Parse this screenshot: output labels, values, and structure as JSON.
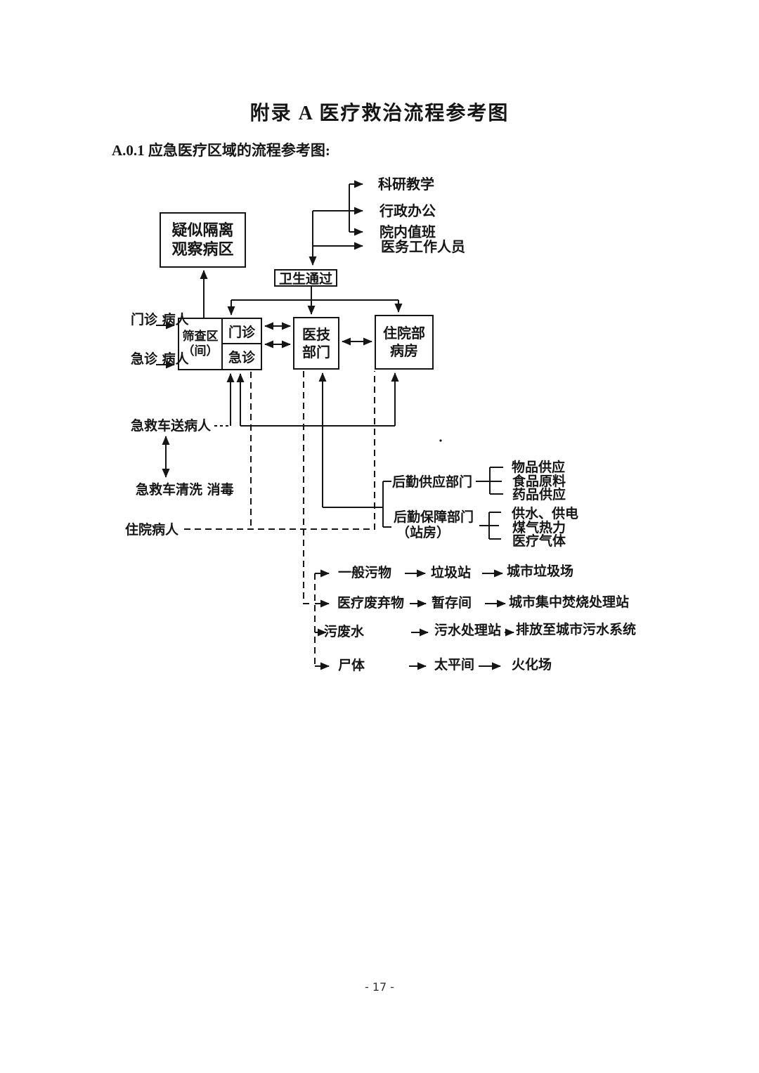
{
  "page": {
    "title": "附录 A 医疗救治流程参考图",
    "section_heading": "A.0.1 应急医疗区域的流程参考图:",
    "footer": "- 17 -"
  },
  "colors": {
    "ink": "#151515",
    "paper": "#ffffff"
  },
  "diagram": {
    "boxes": {
      "isolation": {
        "line1": "疑似隔离",
        "line2": "观察病区"
      },
      "hygiene_pass": {
        "label": "卫生通过"
      },
      "screening": {
        "line1": "筛查区",
        "line2": "（间）"
      },
      "outpatient": {
        "label": "门诊"
      },
      "emergency": {
        "label": "急诊"
      },
      "medical_tech": {
        "line1": "医技",
        "line2": "部门"
      },
      "inpatient_ward": {
        "line1": "住院部",
        "line2": "病房"
      }
    },
    "labels": {
      "research_teaching": "科研教学",
      "admin_office": "行政办公",
      "hospital_duty": "院内值班",
      "medical_staff": "医务工作人员",
      "outpatient_patient": {
        "line1": "门诊",
        "line2": "病人"
      },
      "emergency_patient": {
        "line1": "急诊",
        "line2": "病人"
      },
      "ambulance_delivery": "急救车送病人",
      "ambulance_cleaning": {
        "line1": "急救车清洗",
        "line2": "消毒"
      },
      "inpatient_patient": "住院病人",
      "logistics_supply": "后勤供应部门",
      "supply_items": [
        "物品供应",
        "食品原料",
        "药品供应"
      ],
      "logistics_support": {
        "line1": "后勤保障部门",
        "line2": "（站房）"
      },
      "support_items": [
        "供水、供电",
        "煤气热力",
        "医疗气体"
      ]
    },
    "waste_flows": [
      {
        "source": "一般污物",
        "via": "垃圾站",
        "destination": "城市垃圾场"
      },
      {
        "source": "医疗废弃物",
        "via": "暂存间",
        "destination": "城市集中焚烧处理站"
      },
      {
        "source": "污废水",
        "via": "污水处理站",
        "destination": "排放至城市污水系统"
      },
      {
        "source": "尸体",
        "via": "太平间",
        "destination": "火化场"
      }
    ]
  }
}
